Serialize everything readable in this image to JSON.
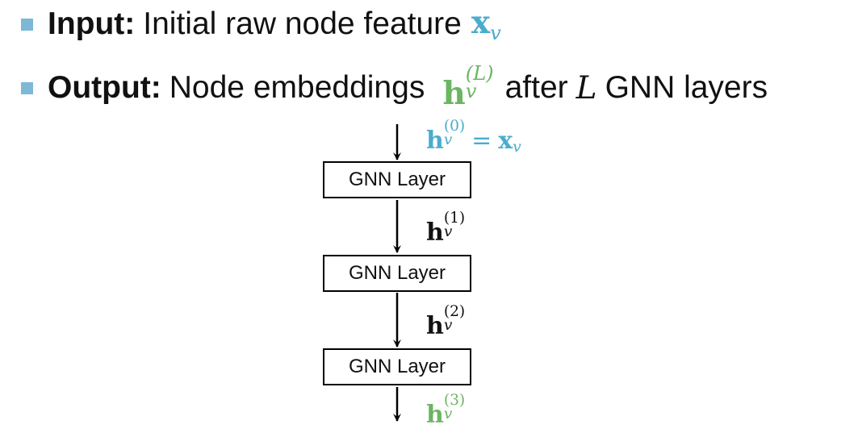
{
  "bullets": {
    "input": {
      "label": "Input:",
      "text": "Initial raw node feature",
      "math": {
        "base": "x",
        "sub": "v"
      }
    },
    "output": {
      "label": "Output:",
      "text_before": "Node embeddings",
      "math": {
        "base": "h",
        "sup": "(L)",
        "sub": "v"
      },
      "text_after_pre": "after",
      "text_after_var": "L",
      "text_after_post": "GNN layers"
    }
  },
  "diagram": {
    "layers": [
      {
        "label": "GNN Layer"
      },
      {
        "label": "GNN Layer"
      },
      {
        "label": "GNN Layer"
      }
    ],
    "h_labels": [
      {
        "base": "h",
        "sup": "(0)",
        "sub": "v",
        "eq": "=",
        "rhs_base": "x",
        "rhs_sub": "v"
      },
      {
        "base": "h",
        "sup": "(1)",
        "sub": "v"
      },
      {
        "base": "h",
        "sup": "(2)",
        "sub": "v"
      },
      {
        "base": "h",
        "sup": "(3)",
        "sub": "v"
      }
    ]
  },
  "colors": {
    "bullet": "#7db8d6",
    "input_math": "#4aaccd",
    "output_math": "#6cb563",
    "text": "#111111"
  }
}
